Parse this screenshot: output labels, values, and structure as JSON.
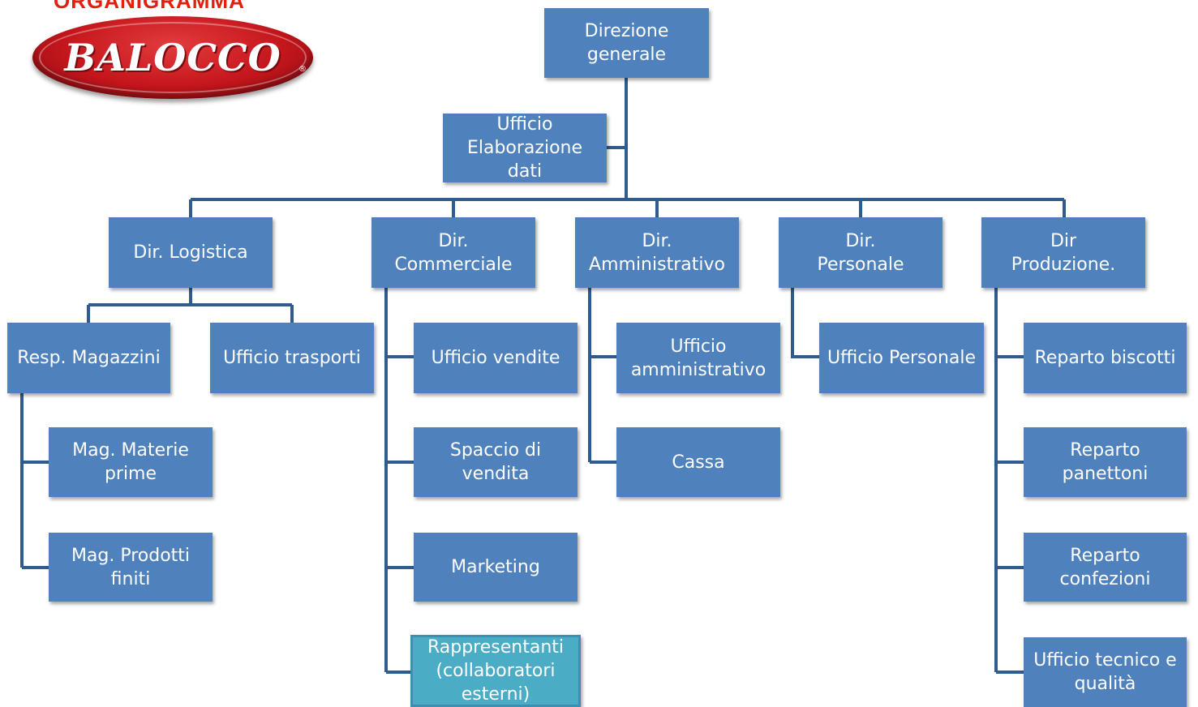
{
  "header": {
    "title": "ORGANIGRAMMA"
  },
  "logo": {
    "text": "BALOCCO",
    "reg": "®"
  },
  "colors": {
    "box": "#4f81bd",
    "highlight": "#4bacc6",
    "line": "#2f5b8f",
    "title": "#e3200f",
    "logo": "#c4161c"
  },
  "nodes": {
    "direzione": "Direzione\ngenerale",
    "ufficio_elaborazione": "Ufficio\nElaborazione\ndati",
    "logistica": "Dir. Logistica",
    "commerciale": "Dir.\nCommerciale",
    "amministrativo": "Dir.\nAmministrativo",
    "personale": "Dir.\nPersonale",
    "produzione": "Dir\nProduzione.",
    "resp_magazzini": "Resp. Magazzini",
    "ufficio_trasporti": "Ufficio trasporti",
    "mag_materie": "Mag. Materie\nprime",
    "mag_prodotti": "Mag. Prodotti\nfiniti",
    "ufficio_vendite": "Ufficio vendite",
    "spaccio": "Spaccio di\nvendita",
    "marketing": "Marketing",
    "rappresentanti": "Rappresentanti\n(collaboratori\nesterni)",
    "ufficio_amministrativo": "Ufficio\namministrativo",
    "cassa": "Cassa",
    "ufficio_personale": "Ufficio Personale",
    "reparto_biscotti": "Reparto biscotti",
    "reparto_panettoni": "Reparto\npanettoni",
    "reparto_confezioni": "Reparto\nconfezioni",
    "ufficio_tecnico": "Ufficio tecnico e\nqualità"
  }
}
